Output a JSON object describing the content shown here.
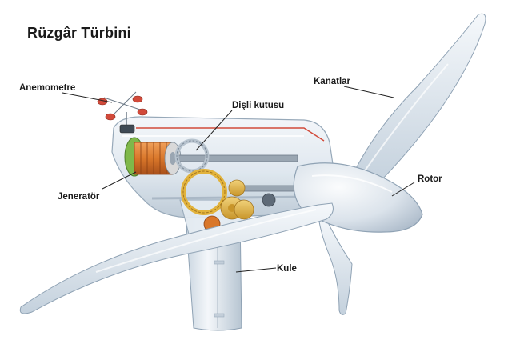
{
  "title": "Rüzgâr Türbini",
  "labels": {
    "anemometer": "Anemometre",
    "gearbox": "Dişli kutusu",
    "blades": "Kanatlar",
    "rotor": "Rotor",
    "generator": "Jeneratör",
    "tower": "Kule"
  },
  "colors": {
    "body": "#dfe8f0",
    "outline": "#8fa2b4",
    "gear": "#e2b33c",
    "generator_copper": "#d9772a",
    "generator_green": "#7fb84a",
    "shaft": "#9aa6b2",
    "red_line": "#d24a3a"
  }
}
